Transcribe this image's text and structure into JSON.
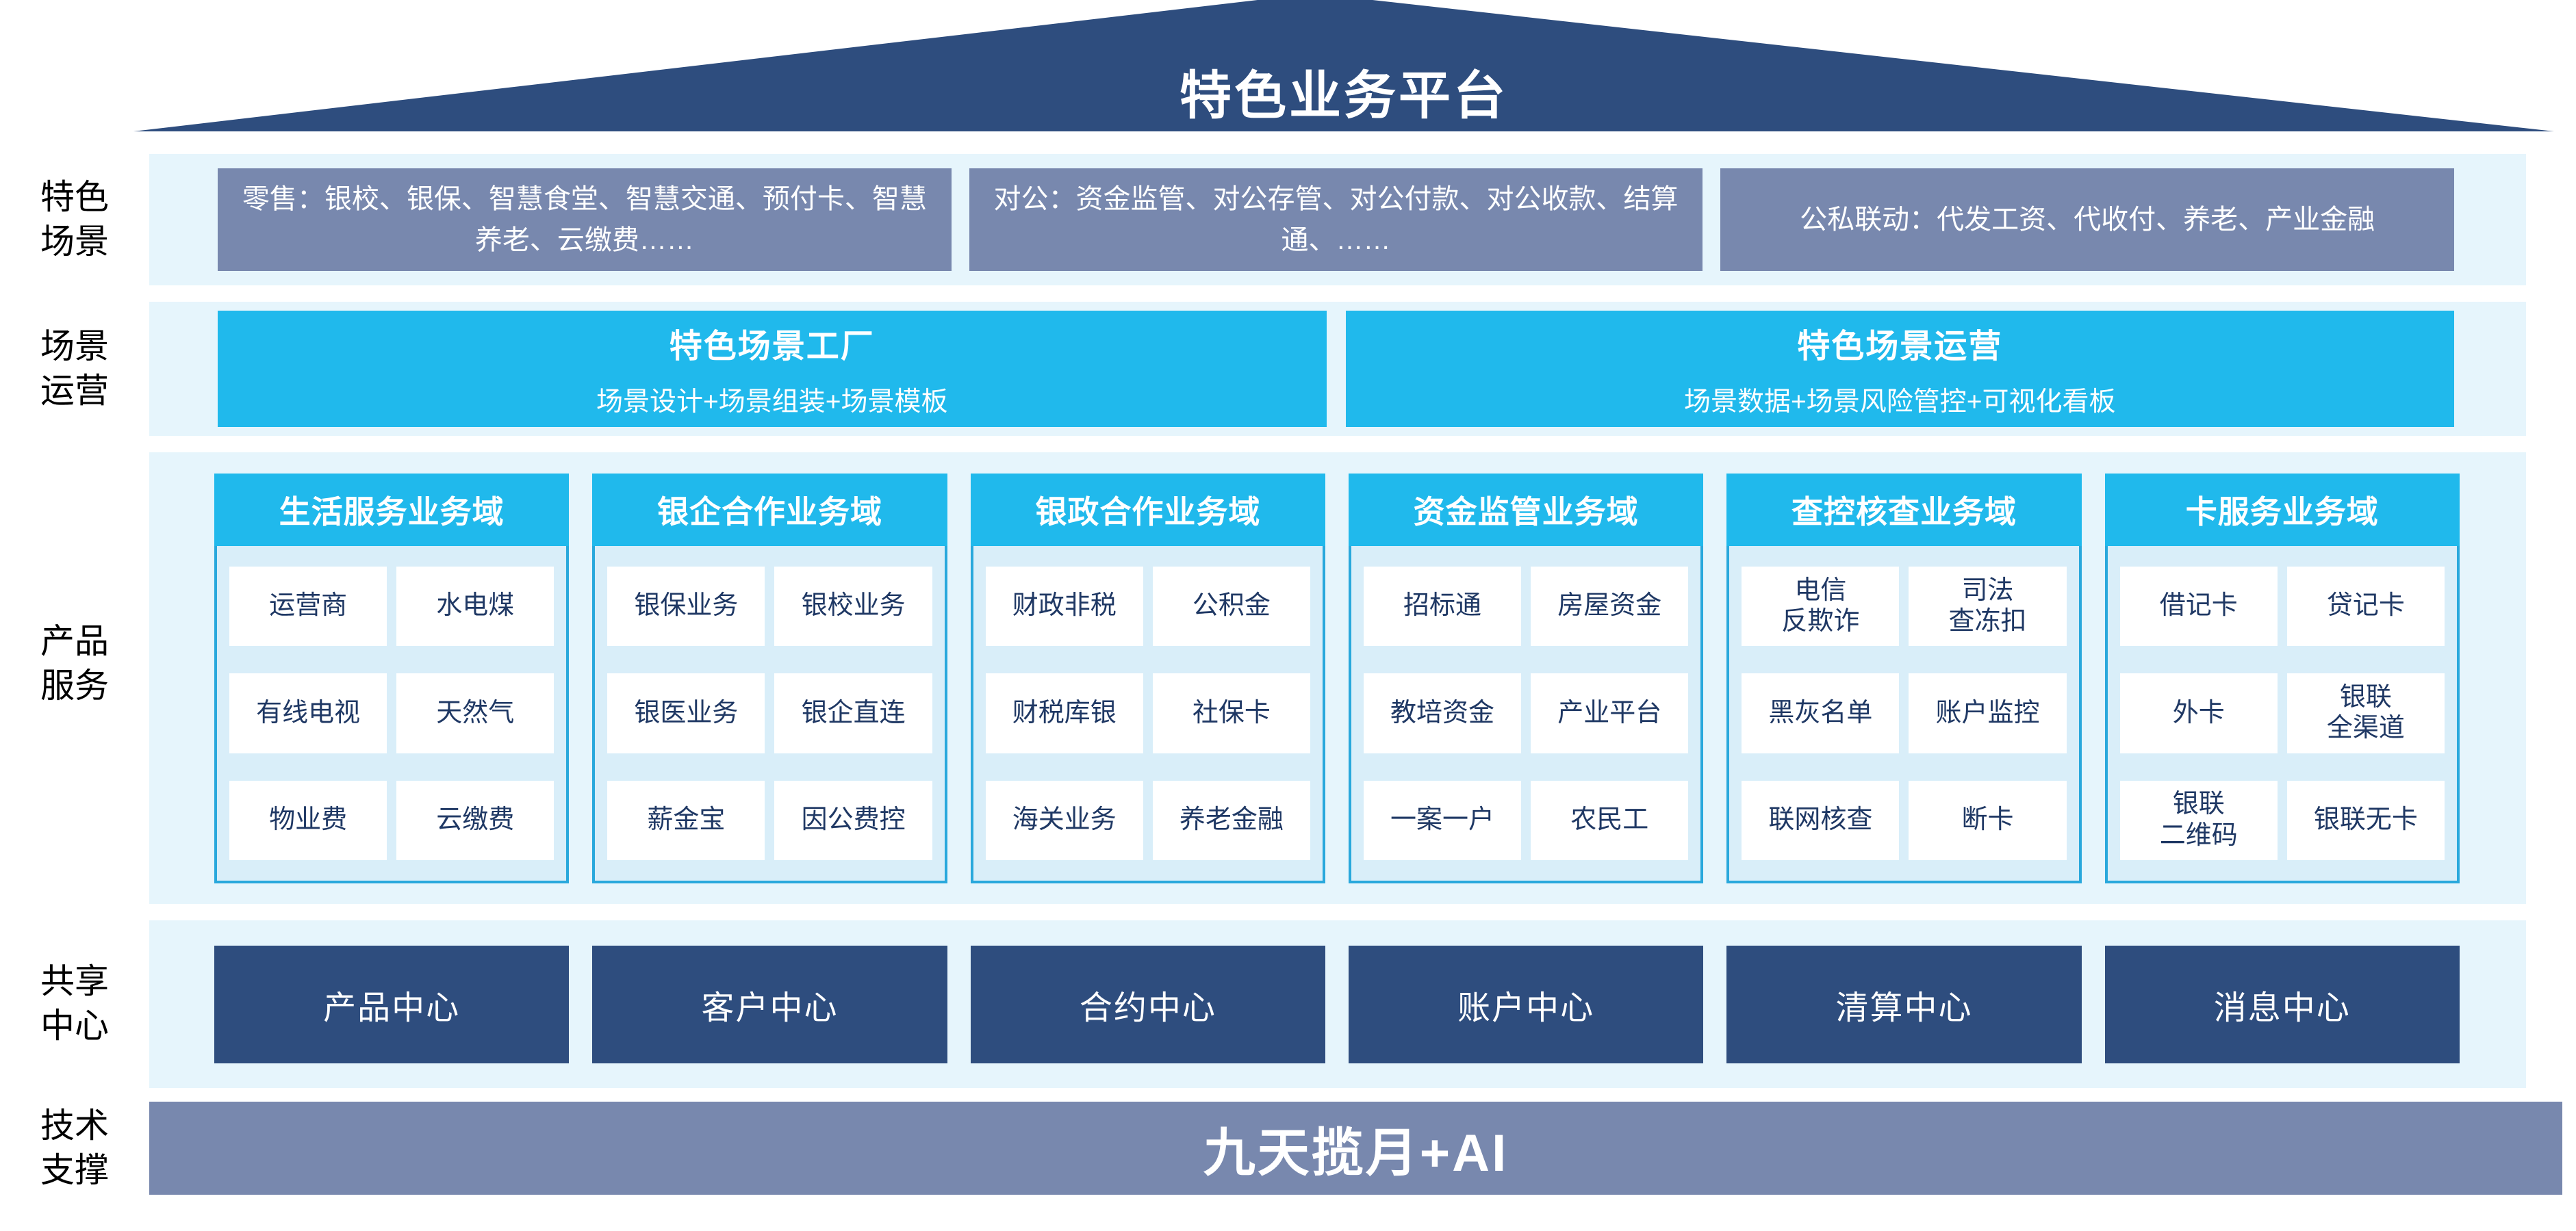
{
  "colors": {
    "navy": "#2E4D7E",
    "slate": "#7888AE",
    "cyan": "#20B9EC",
    "band": "#E6F5FC",
    "panel": "#D9EEF9",
    "panel_border": "#29A8DC",
    "cell_text": "#1F3864"
  },
  "roof": {
    "title": "特色业务平台"
  },
  "sidebar": {
    "labels": [
      {
        "line1": "特色",
        "line2": "场景"
      },
      {
        "line1": "场景",
        "line2": "运营"
      },
      {
        "line1": "产品",
        "line2": "服务"
      },
      {
        "line1": "共享",
        "line2": "中心"
      },
      {
        "line1": "技术",
        "line2": "支撑"
      }
    ]
  },
  "scenarios": {
    "items": [
      "零售：银校、银保、智慧食堂、智慧交通、预付卡、智慧养老、云缴费……",
      "对公：资金监管、对公存管、对公付款、对公收款、结算通、……",
      "公私联动：代发工资、代收付、养老、产业金融"
    ]
  },
  "operations": {
    "items": [
      {
        "title": "特色场景工厂",
        "subtitle": "场景设计+场景组装+场景模板"
      },
      {
        "title": "特色场景运营",
        "subtitle": "场景数据+场景风险管控+可视化看板"
      }
    ]
  },
  "products": {
    "domains": [
      {
        "title": "生活服务业务域",
        "cells": [
          "运营商",
          "水电煤",
          "有线电视",
          "天然气",
          "物业费",
          "云缴费"
        ]
      },
      {
        "title": "银企合作业务域",
        "cells": [
          "银保业务",
          "银校业务",
          "银医业务",
          "银企直连",
          "薪金宝",
          "因公费控"
        ]
      },
      {
        "title": "银政合作业务域",
        "cells": [
          "财政非税",
          "公积金",
          "财税库银",
          "社保卡",
          "海关业务",
          "养老金融"
        ]
      },
      {
        "title": "资金监管业务域",
        "cells": [
          "招标通",
          "房屋资金",
          "教培资金",
          "产业平台",
          "一案一户",
          "农民工"
        ]
      },
      {
        "title": "查控核查业务域",
        "cells": [
          "电信\n反欺诈",
          "司法\n查冻扣",
          "黑灰名单",
          "账户监控",
          "联网核查",
          "断卡"
        ]
      },
      {
        "title": "卡服务业务域",
        "cells": [
          "借记卡",
          "贷记卡",
          "外卡",
          "银联\n全渠道",
          "银联\n二维码",
          "银联无卡"
        ]
      }
    ]
  },
  "centers": {
    "items": [
      "产品中心",
      "客户中心",
      "合约中心",
      "账户中心",
      "清算中心",
      "消息中心"
    ]
  },
  "tech": {
    "label": "九天揽月+AI"
  }
}
